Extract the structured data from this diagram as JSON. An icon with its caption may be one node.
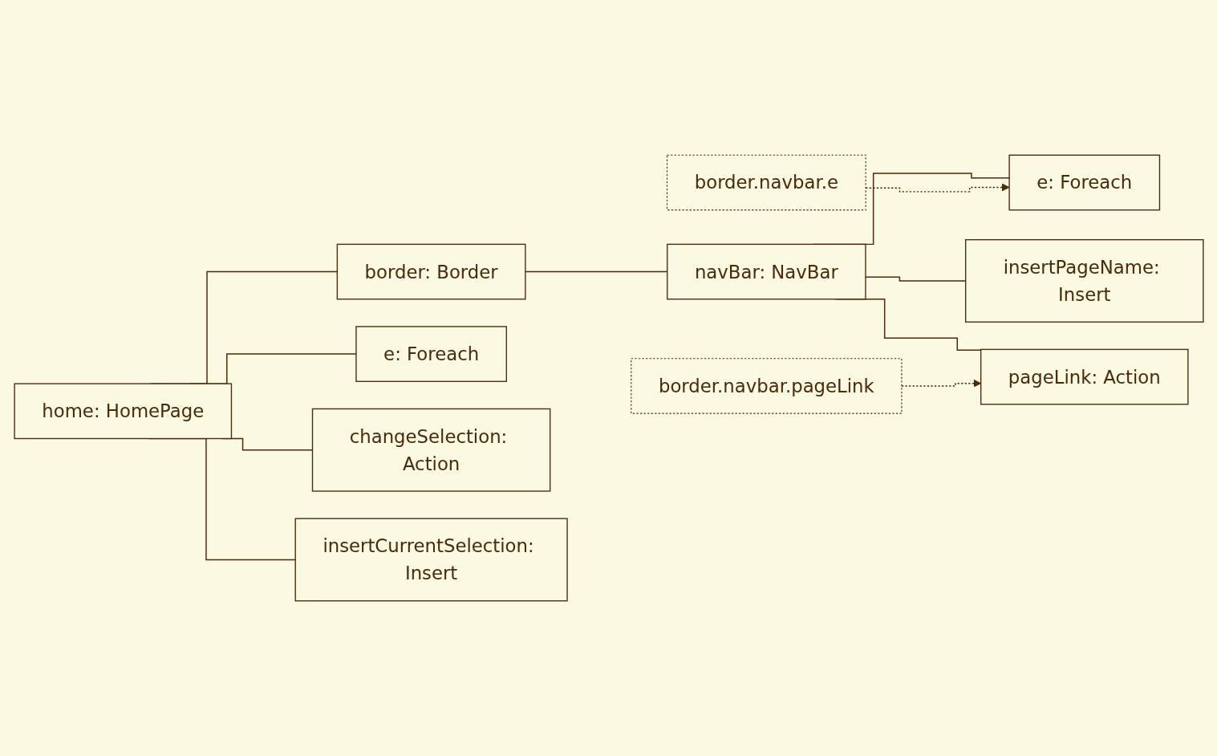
{
  "diagram": {
    "nodes": [
      {
        "text": [
          "home: HomePage"
        ]
      },
      {
        "text": [
          "border: Border"
        ]
      },
      {
        "text": [
          "navBar: NavBar"
        ]
      },
      {
        "text": [
          "e: Foreach"
        ]
      },
      {
        "text": [
          "insertPageName: Insert"
        ]
      },
      {
        "text": [
          "pageLink: Action"
        ]
      },
      {
        "text": [
          "e: Foreach"
        ]
      },
      {
        "text": [
          "changeSelection: Action"
        ]
      },
      {
        "text": [
          "insertCurrentSelection: Insert"
        ]
      },
      {
        "text": [
          "border.navbar.e"
        ]
      },
      {
        "text": [
          "border.navbar.pageLink"
        ]
      }
    ],
    "edges": [
      {
        "from": 0,
        "to": 1,
        "arrow": "none"
      },
      {
        "from": 1,
        "to": 2,
        "arrow": "none"
      },
      {
        "from": 2,
        "to": 3,
        "arrow": "none"
      },
      {
        "from": 2,
        "to": 4,
        "arrow": "none"
      },
      {
        "from": 2,
        "to": 5,
        "arrow": "none"
      },
      {
        "from": 0,
        "to": 6,
        "arrow": "none"
      },
      {
        "from": 0,
        "to": 7,
        "arrow": "none"
      },
      {
        "from": 0,
        "to": 8,
        "arrow": "none"
      },
      {
        "from": 9,
        "to": 3,
        "arrow": "to",
        "style": "dashed"
      },
      {
        "from": 10,
        "to": 5,
        "arrow": "to",
        "style": "dashed"
      }
    ]
  }
}
